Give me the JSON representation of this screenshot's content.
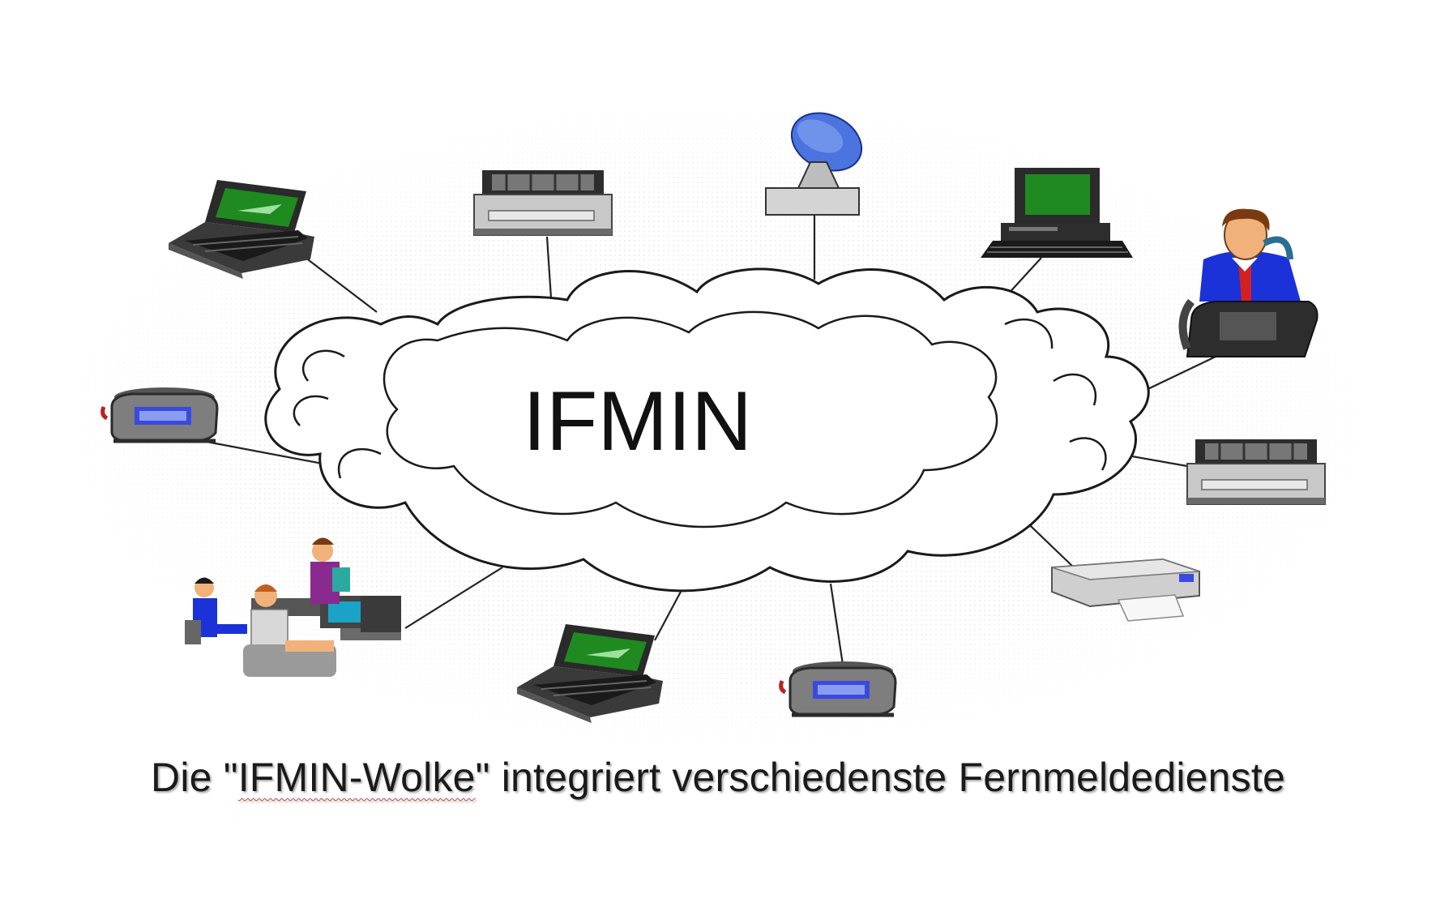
{
  "cloud": {
    "label": "IFMIN"
  },
  "caption": {
    "before": "Die \"",
    "highlight": "IFMIN-Wolke",
    "after": "\" integriert verschiedenste Fernmeldedienste"
  },
  "colors": {
    "screen_green": "#1f8a1f",
    "dish_blue": "#4b74e0",
    "suit_blue": "#1b32d8",
    "tie_red": "#d42020",
    "device_gray": "#8c8c8c",
    "display_blue": "#3a4ae0"
  },
  "icons": [
    "laptop-icon",
    "fax-icon",
    "satellite-dish-icon",
    "desktop-computer-icon",
    "businessman-phone-icon",
    "telephone-icon",
    "fax-icon",
    "printer-icon",
    "telephone-icon",
    "laptop-icon",
    "office-workers-icon",
    "telephone-icon"
  ]
}
